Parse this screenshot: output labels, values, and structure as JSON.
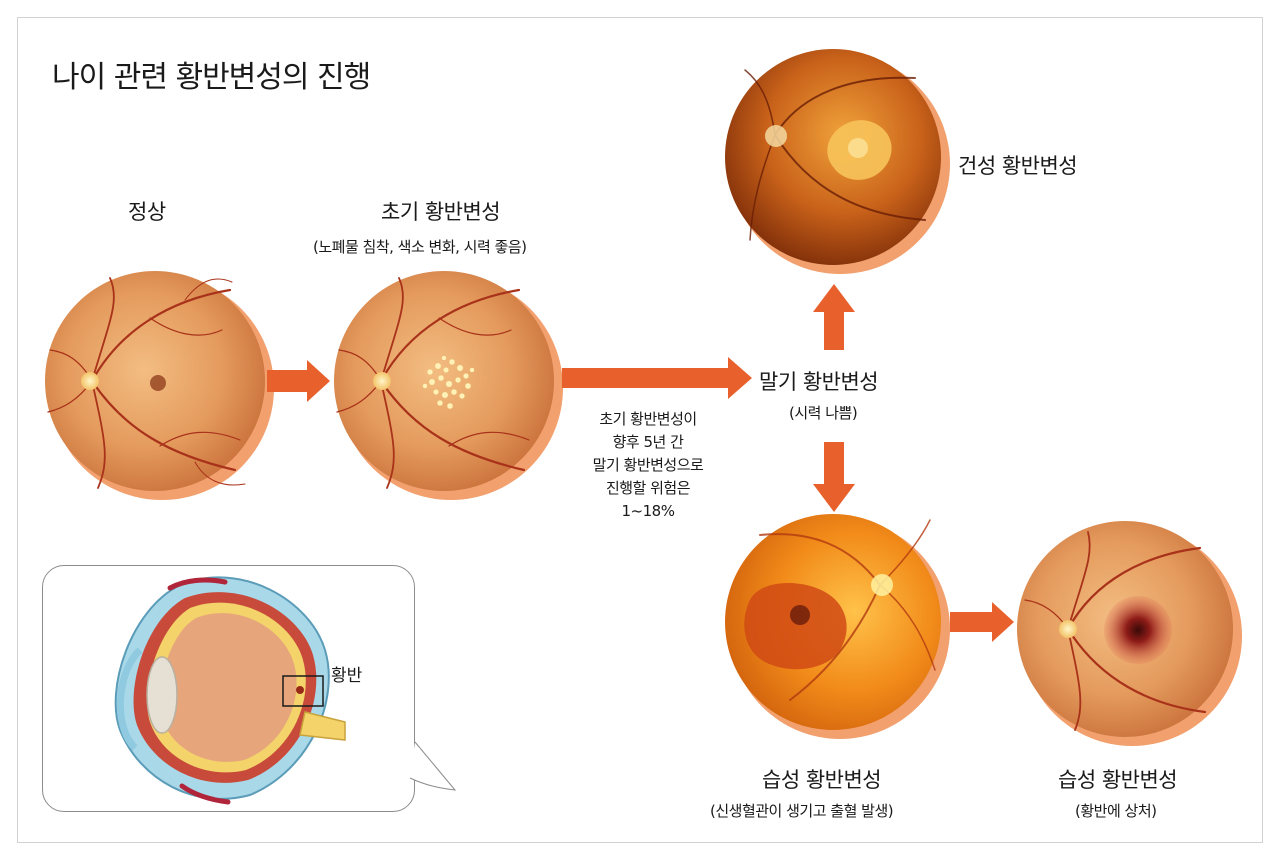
{
  "title": "나이 관련 황반변성의 진행",
  "stages": {
    "normal": {
      "label": "정상"
    },
    "early": {
      "label": "초기 황반변성",
      "sub": "(노폐물 침착, 색소 변화, 시력 좋음)"
    },
    "late": {
      "label": "말기 황반변성",
      "sub": "(시력 나쁨)"
    },
    "dry": {
      "label": "건성 황반변성"
    },
    "wet1": {
      "label": "습성 황반변성",
      "sub": "(신생혈관이 생기고 출혈 발생)"
    },
    "wet2": {
      "label": "습성 황반변성",
      "sub": "(황반에 상처)"
    }
  },
  "note": [
    "초기 황반변성이",
    "향후 5년 간",
    "말기 황반변성으로",
    "진행할 위험은",
    "1~18%"
  ],
  "anatomy": {
    "macula_label": "황반"
  },
  "colors": {
    "arrow": "#e8612c",
    "shadow": "#f2a06e",
    "vessel": "#a8321a"
  }
}
